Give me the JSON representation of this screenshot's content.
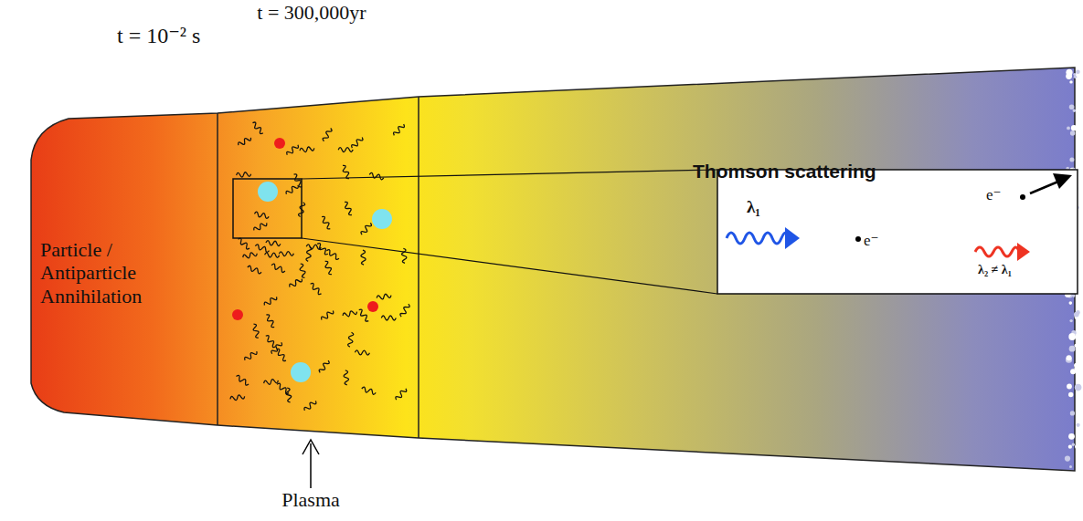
{
  "diagram": {
    "nodes": [
      {
        "text": [
          "Particle / Antiparticle Annihilation"
        ]
      },
      {
        "text": [
          "Thomson scattering",
          "λ₁",
          "e⁻",
          "e⁻",
          "λ₂ ≠ λ₁"
        ]
      }
    ],
    "labels": [
      "t = 10⁻² s",
      "t = 300,000yr",
      "Plasma"
    ]
  }
}
